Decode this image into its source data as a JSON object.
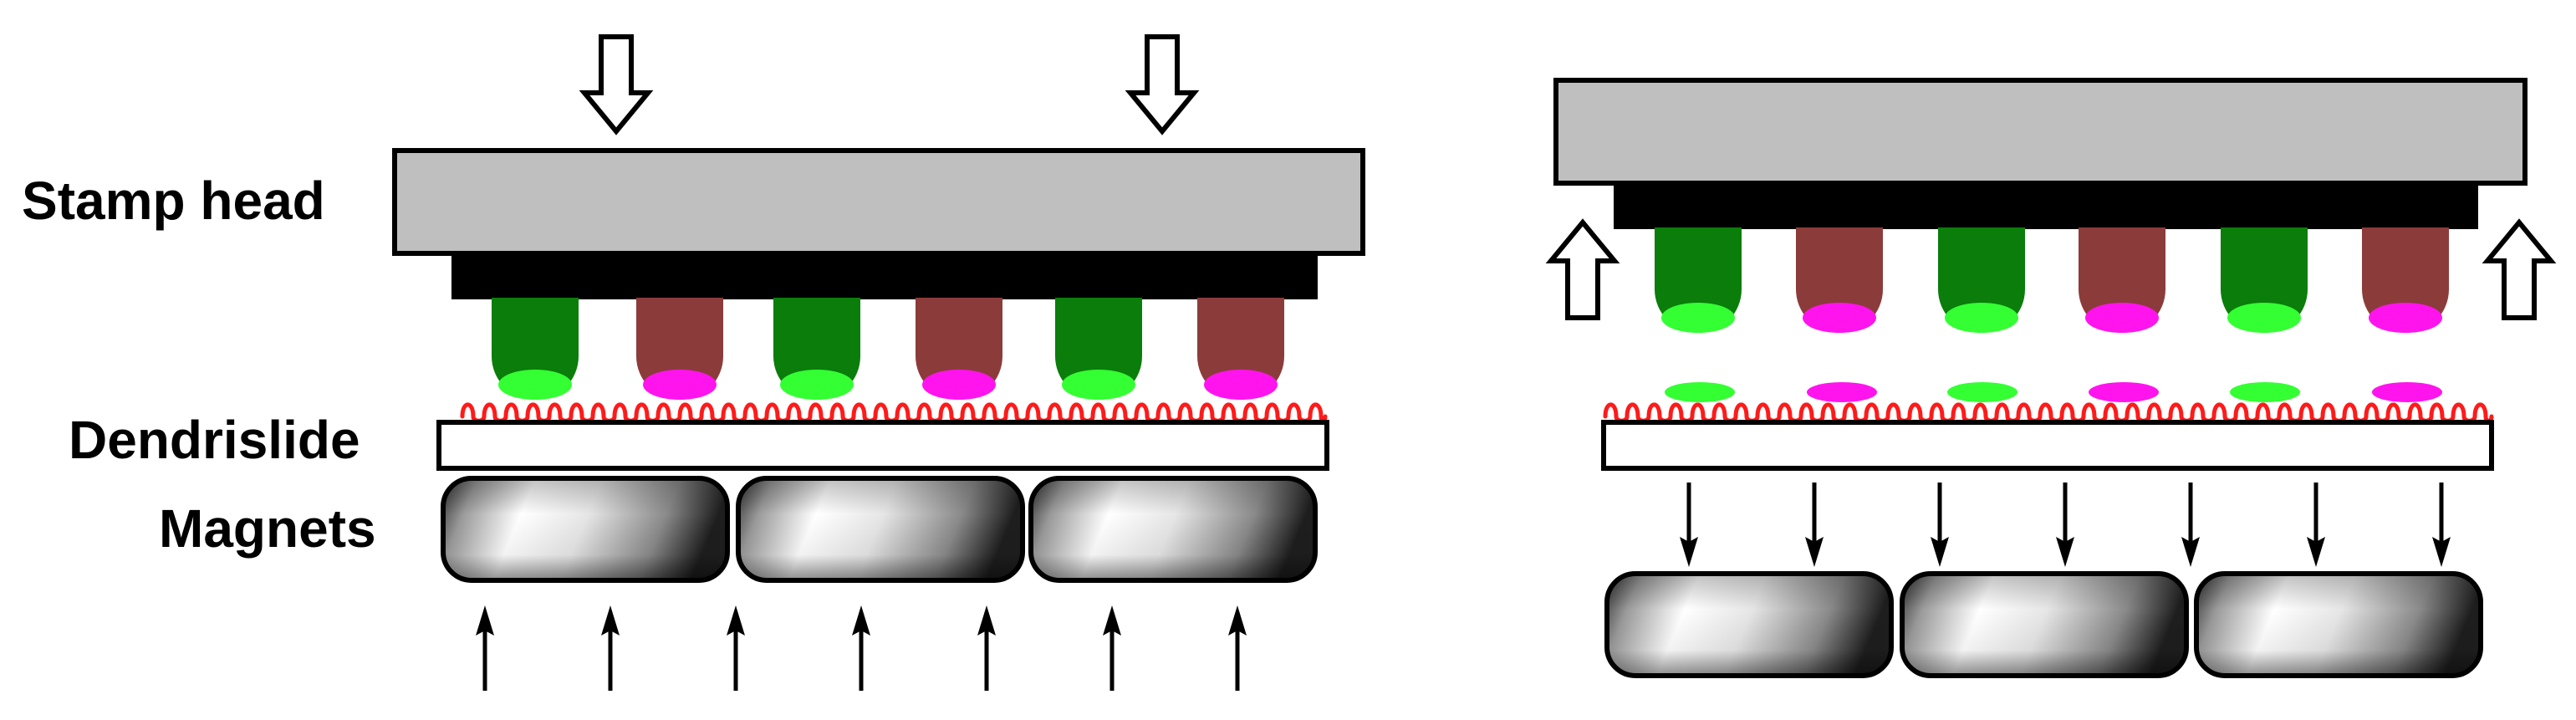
{
  "labels": {
    "stamp_head": "Stamp head",
    "dendrislide": "Dendrislide",
    "magnets": "Magnets"
  },
  "panels": {
    "left": {
      "pins": [
        "green",
        "maroon",
        "green",
        "maroon",
        "green",
        "maroon"
      ],
      "magnet_count": 3,
      "up_arrow_count": 7,
      "press_arrow_count": 2
    },
    "right": {
      "pins": [
        "green",
        "maroon",
        "green",
        "maroon",
        "green",
        "maroon"
      ],
      "deposited_spots": [
        "green",
        "magenta",
        "green",
        "magenta",
        "green",
        "magenta"
      ],
      "magnet_count": 3,
      "down_arrow_count": 7,
      "lift_arrow_count": 2
    }
  },
  "colors": {
    "stamp_head": "#bfbfbf",
    "stamp_base": "#000000",
    "pin_green": "#0a7d0a",
    "pin_maroon": "#8c3b3b",
    "tip_green": "#33ff33",
    "tip_magenta": "#ff14ee",
    "dendrimer_wave": "#ff1a1a",
    "slide": "#ffffff",
    "outline": "#000000"
  }
}
